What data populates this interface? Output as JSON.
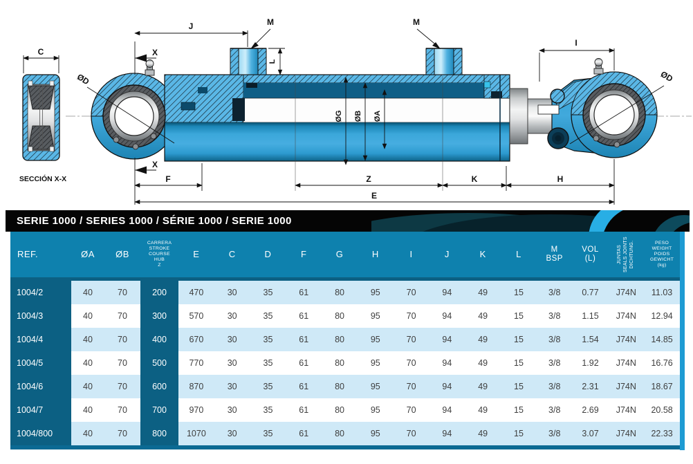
{
  "drawing": {
    "section_label": "SECCIÓN X-X",
    "labels": {
      "c": "C",
      "j": "J",
      "m": "M",
      "x": "X",
      "l": "L",
      "i": "I",
      "od": "ØD",
      "og": "ØG",
      "ob": "ØB",
      "oa": "ØA",
      "f": "F",
      "z": "Z",
      "k": "K",
      "h": "H",
      "e": "E"
    }
  },
  "table": {
    "title": "SERIE 1000 / SERIES 1000 / SÉRIE 1000 / SERIE 1000",
    "headers": {
      "ref": "REF.",
      "oa": "ØA",
      "ob": "ØB",
      "stroke_lines": [
        "CARRERA",
        "STROKE",
        "COURSE",
        "HUB",
        "Z"
      ],
      "dims": [
        "E",
        "C",
        "D",
        "F",
        "G",
        "H",
        "I",
        "J",
        "K",
        "L"
      ],
      "m_lines": [
        "M",
        "BSP"
      ],
      "vol_lines": [
        "VOL",
        "(L)"
      ],
      "seals_lines": [
        "JUNTAS",
        "SEALS JOINTS",
        "DICHTUNG."
      ],
      "weight_lines": [
        "PESO",
        "WEIGHT",
        "POIDS",
        "GEWICHT",
        "(kg)"
      ]
    },
    "rows": [
      {
        "ref": "1004/2",
        "oa": "40",
        "ob": "70",
        "z": "200",
        "values": [
          "470",
          "30",
          "35",
          "61",
          "80",
          "95",
          "70",
          "94",
          "49",
          "15",
          "3/8",
          "0.77",
          "J74N",
          "11.03"
        ]
      },
      {
        "ref": "1004/3",
        "oa": "40",
        "ob": "70",
        "z": "300",
        "values": [
          "570",
          "30",
          "35",
          "61",
          "80",
          "95",
          "70",
          "94",
          "49",
          "15",
          "3/8",
          "1.15",
          "J74N",
          "12.94"
        ]
      },
      {
        "ref": "1004/4",
        "oa": "40",
        "ob": "70",
        "z": "400",
        "values": [
          "670",
          "30",
          "35",
          "61",
          "80",
          "95",
          "70",
          "94",
          "49",
          "15",
          "3/8",
          "1.54",
          "J74N",
          "14.85"
        ]
      },
      {
        "ref": "1004/5",
        "oa": "40",
        "ob": "70",
        "z": "500",
        "values": [
          "770",
          "30",
          "35",
          "61",
          "80",
          "95",
          "70",
          "94",
          "49",
          "15",
          "3/8",
          "1.92",
          "J74N",
          "16.76"
        ]
      },
      {
        "ref": "1004/6",
        "oa": "40",
        "ob": "70",
        "z": "600",
        "values": [
          "870",
          "30",
          "35",
          "61",
          "80",
          "95",
          "70",
          "94",
          "49",
          "15",
          "3/8",
          "2.31",
          "J74N",
          "18.67"
        ]
      },
      {
        "ref": "1004/7",
        "oa": "40",
        "ob": "70",
        "z": "700",
        "values": [
          "970",
          "30",
          "35",
          "61",
          "80",
          "95",
          "70",
          "94",
          "49",
          "15",
          "3/8",
          "2.69",
          "J74N",
          "20.58"
        ]
      },
      {
        "ref": "1004/800",
        "oa": "40",
        "ob": "70",
        "z": "800",
        "values": [
          "1070",
          "30",
          "35",
          "61",
          "80",
          "95",
          "70",
          "94",
          "49",
          "15",
          "3/8",
          "3.07",
          "J74N",
          "22.33"
        ]
      }
    ]
  },
  "colors": {
    "header_blue": "#0e81ae",
    "dark_column": "#0c6083",
    "row_light": "#cfe9f7",
    "accent_swoosh": "#28aee5",
    "main_blue": "#2f9fd3"
  }
}
